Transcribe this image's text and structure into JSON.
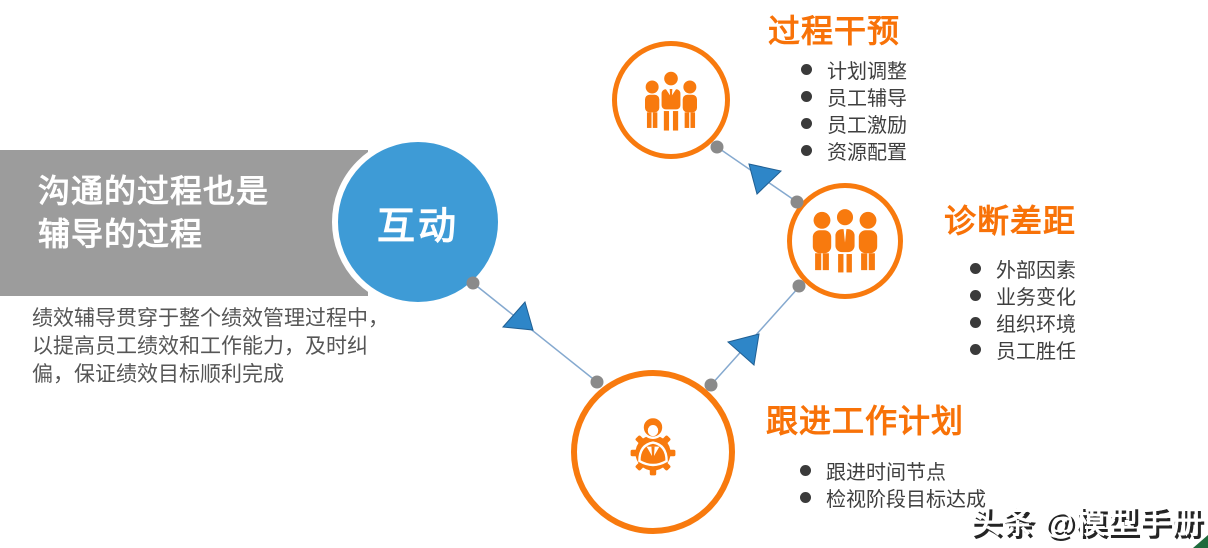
{
  "colors": {
    "orange": "#F87A0E",
    "heading_orange": "#F87208",
    "hub_blue": "#3E9BD6",
    "banner_gray": "#9C9C9C",
    "intro_gray": "#565656",
    "item_gray": "#3F3F3F",
    "connector_dot_gray": "#8A8A8A",
    "connector_line_blue": "#85A9CF",
    "arrow_blue": "#2E86C8",
    "watermark_white": "#FFFFFF",
    "corner_green": "#1E6B3C"
  },
  "banner": {
    "lines": [
      "沟通的过程也是",
      "辅导的过程"
    ]
  },
  "intro": {
    "lines": [
      "绩效辅导贯穿于整个绩效管理过程中，",
      "以提高员工绩效和工作能力，及时纠",
      "偏，保证绩效目标顺利完成"
    ]
  },
  "hub": {
    "label": "互动"
  },
  "nodes": [
    {
      "title": "过程干预",
      "icon": "team-standing-icon",
      "items": [
        "计划调整",
        "员工辅导",
        "员工激励",
        "资源配置"
      ]
    },
    {
      "title": "诊断差距",
      "icon": "team-group-icon",
      "items": [
        "外部因素",
        "业务变化",
        "组织环境",
        "员工胜任"
      ]
    },
    {
      "title": "跟进工作计划",
      "icon": "manager-gear-icon",
      "items": [
        "跟进时间节点",
        "检视阶段目标达成"
      ]
    }
  ],
  "watermark": {
    "text": "头条 @模型手册"
  }
}
